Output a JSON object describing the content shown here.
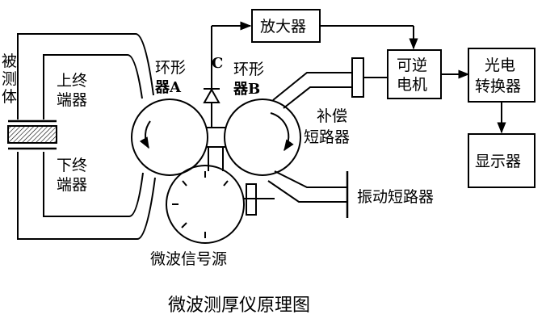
{
  "labels": {
    "test_object": [
      "被",
      "测",
      "体"
    ],
    "upper_terminal": [
      "上终",
      "端器"
    ],
    "lower_terminal": [
      "下终",
      "端器"
    ],
    "circulator_a": [
      "环形",
      "器A"
    ],
    "circulator_b": [
      "环形",
      "器B"
    ],
    "point_c": "C",
    "amplifier": "放大器",
    "reversible_motor": [
      "可逆",
      "电机"
    ],
    "photo_converter": [
      "光电",
      "转换器"
    ],
    "compensation_short": [
      "补偿",
      "短路器"
    ],
    "vibration_short": "振动短路器",
    "display": "显示器",
    "microwave_source": "微波信号源"
  },
  "caption": "微波测厚仪原理图",
  "colors": {
    "line": "#000000",
    "sample_hatch": "#000000",
    "background": "#ffffff"
  }
}
